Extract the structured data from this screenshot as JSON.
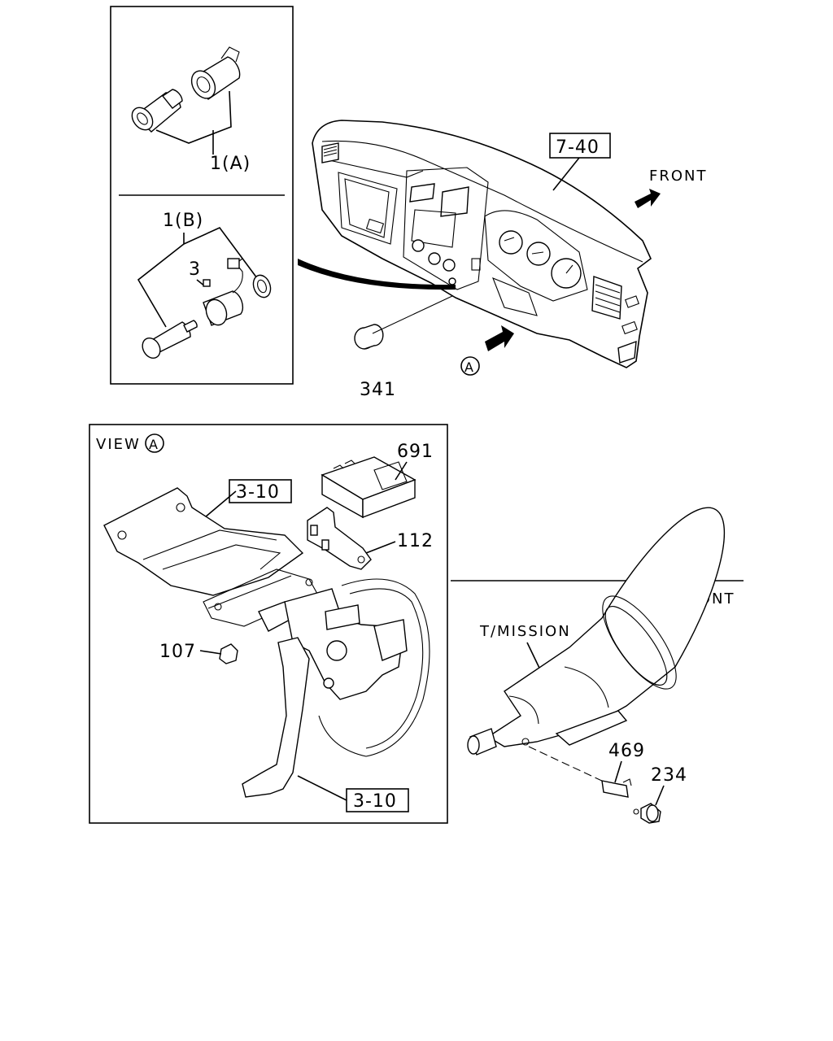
{
  "labels": {
    "part_1a": "1(A)",
    "part_1b": "1(B)",
    "part_3": "3",
    "ref_7_40": "7-40",
    "front_top": "FRONT",
    "part_341": "341",
    "view_a_marker": "A",
    "view_a_title": "VIEW",
    "view_a_title_mark": "A",
    "part_691": "691",
    "ref_3_10_top": "3-10",
    "part_112": "112",
    "part_107": "107",
    "ref_3_10_bottom": "3-10",
    "tmission": "T/MISSION",
    "front_bottom": "FRONT",
    "part_469": "469",
    "part_234": "234"
  }
}
